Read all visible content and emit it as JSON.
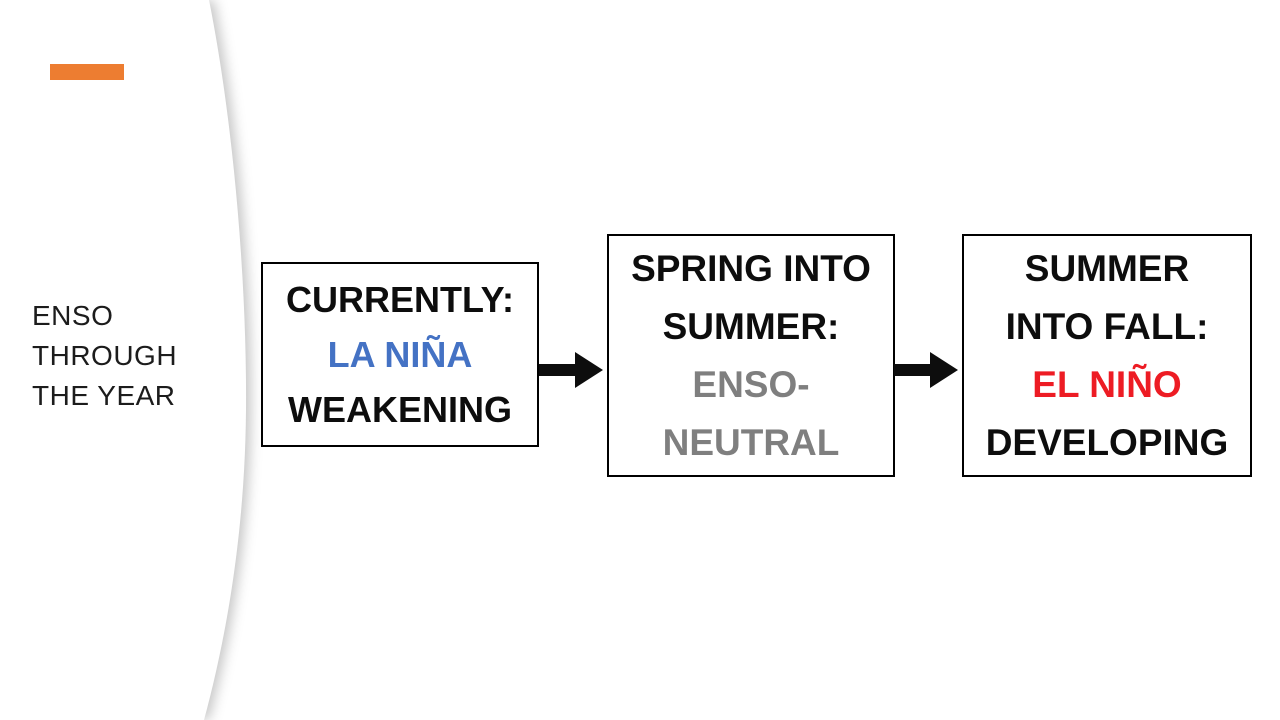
{
  "slide": {
    "title_lines": [
      "ENSO",
      "THROUGH",
      "THE YEAR"
    ],
    "accent_bar": "orange-rectangle"
  },
  "colors": {
    "accent_orange": "#ED7D31",
    "keyword_blue": "#4472C4",
    "keyword_gray": "#7F7F7F",
    "keyword_red": "#ED1C24",
    "text_black": "#0d0d0d",
    "box_border": "#000000",
    "background": "#ffffff"
  },
  "diagram": {
    "boxes": [
      {
        "name": "currently",
        "lines": [
          {
            "text": "CURRENTLY:",
            "color": "black"
          },
          {
            "text": "LA NIÑA",
            "color": "blue"
          },
          {
            "text": "WEAKENING",
            "color": "black"
          }
        ]
      },
      {
        "name": "spring-into-summer",
        "lines": [
          {
            "text": "SPRING INTO",
            "color": "black"
          },
          {
            "text": "SUMMER:",
            "color": "black"
          },
          {
            "text": "ENSO-",
            "color": "gray"
          },
          {
            "text": "NEUTRAL",
            "color": "gray"
          }
        ]
      },
      {
        "name": "summer-into-fall",
        "lines": [
          {
            "text": "SUMMER",
            "color": "black"
          },
          {
            "text": "INTO FALL:",
            "color": "black"
          },
          {
            "text": "EL NIÑO",
            "color": "red"
          },
          {
            "text": "DEVELOPING",
            "color": "black"
          }
        ]
      }
    ]
  }
}
